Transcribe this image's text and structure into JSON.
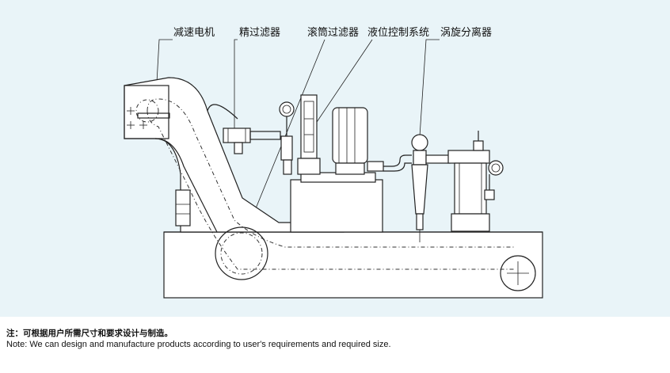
{
  "labels": {
    "reducer_motor": "减速电机",
    "fine_filter": "精过滤器",
    "drum_filter": "滚筒过滤器",
    "level_control": "液位控制系统",
    "cyclone_separator": "涡旋分离器"
  },
  "notes": {
    "chinese": "注：可根据用户所需尺寸和要求设计与制造。",
    "english": "Note: We can design and manufacture products according to user's requirements and required size."
  },
  "colors": {
    "panel_background": "#e9f4f8",
    "line": "#222222"
  }
}
